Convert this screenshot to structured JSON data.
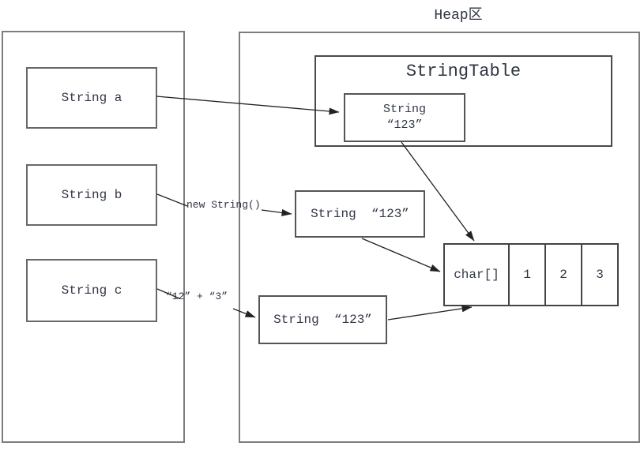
{
  "heap_label": "Heap区",
  "stack": {
    "vars": [
      "String a",
      "String b",
      "String c"
    ]
  },
  "heap": {
    "string_table": {
      "title": "StringTable",
      "entry_line1": "String",
      "entry_line2": "“123”"
    },
    "new_string_object": "String  “123”",
    "concat_object": "String  “123”",
    "char_array": {
      "header": "char[]",
      "cells": [
        "1",
        "2",
        "3"
      ]
    }
  },
  "edge_labels": {
    "new_string": "new String()",
    "concat": "“12” + “3”"
  },
  "colors": {
    "line": "#222222",
    "outer_border": "#7d7d7d",
    "box_border": "#555555",
    "text": "#323848"
  }
}
